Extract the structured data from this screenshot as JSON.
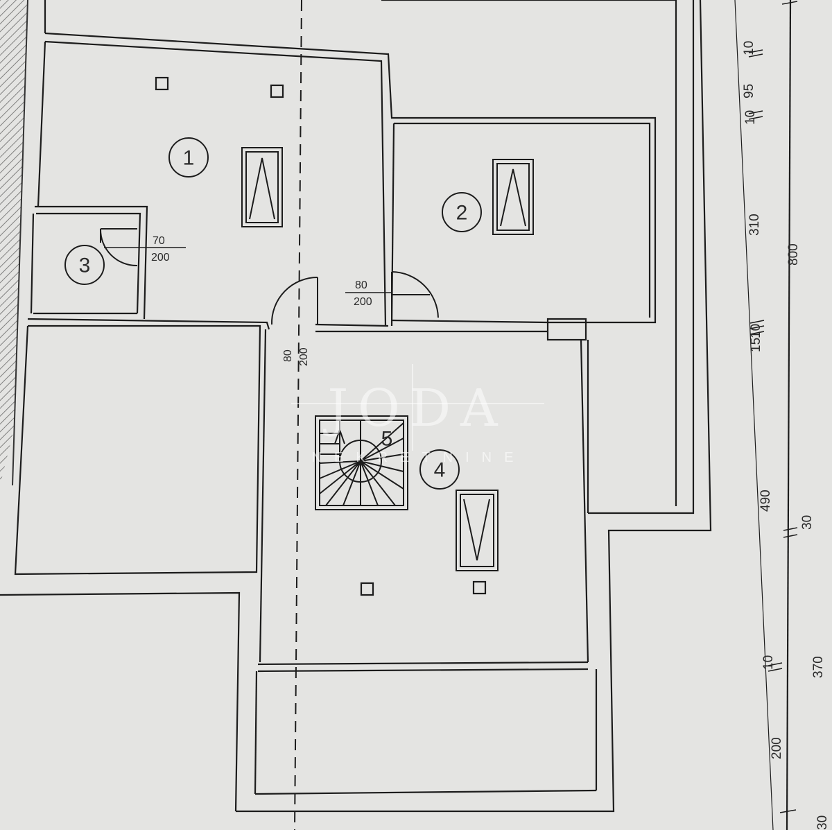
{
  "rooms": [
    {
      "number": "1"
    },
    {
      "number": "2"
    },
    {
      "number": "3"
    },
    {
      "number": "4"
    },
    {
      "number": "5"
    }
  ],
  "doors": [
    {
      "width": "70",
      "height": "200"
    },
    {
      "width": "80",
      "height": "200"
    },
    {
      "width": "80",
      "height": "200"
    }
  ],
  "dimensions": {
    "right_inner": [
      "10",
      "95",
      "10",
      "310",
      "10",
      "15",
      "490",
      "10",
      "200"
    ],
    "right_outer": [
      "800",
      "30",
      "370",
      "30"
    ]
  },
  "watermark": {
    "brand": "JODA",
    "subtitle": "NEKRETNINE"
  },
  "colors": {
    "paper": "#e4e4e2",
    "line": "#1c1c1c",
    "watermark": "#ffffff"
  }
}
